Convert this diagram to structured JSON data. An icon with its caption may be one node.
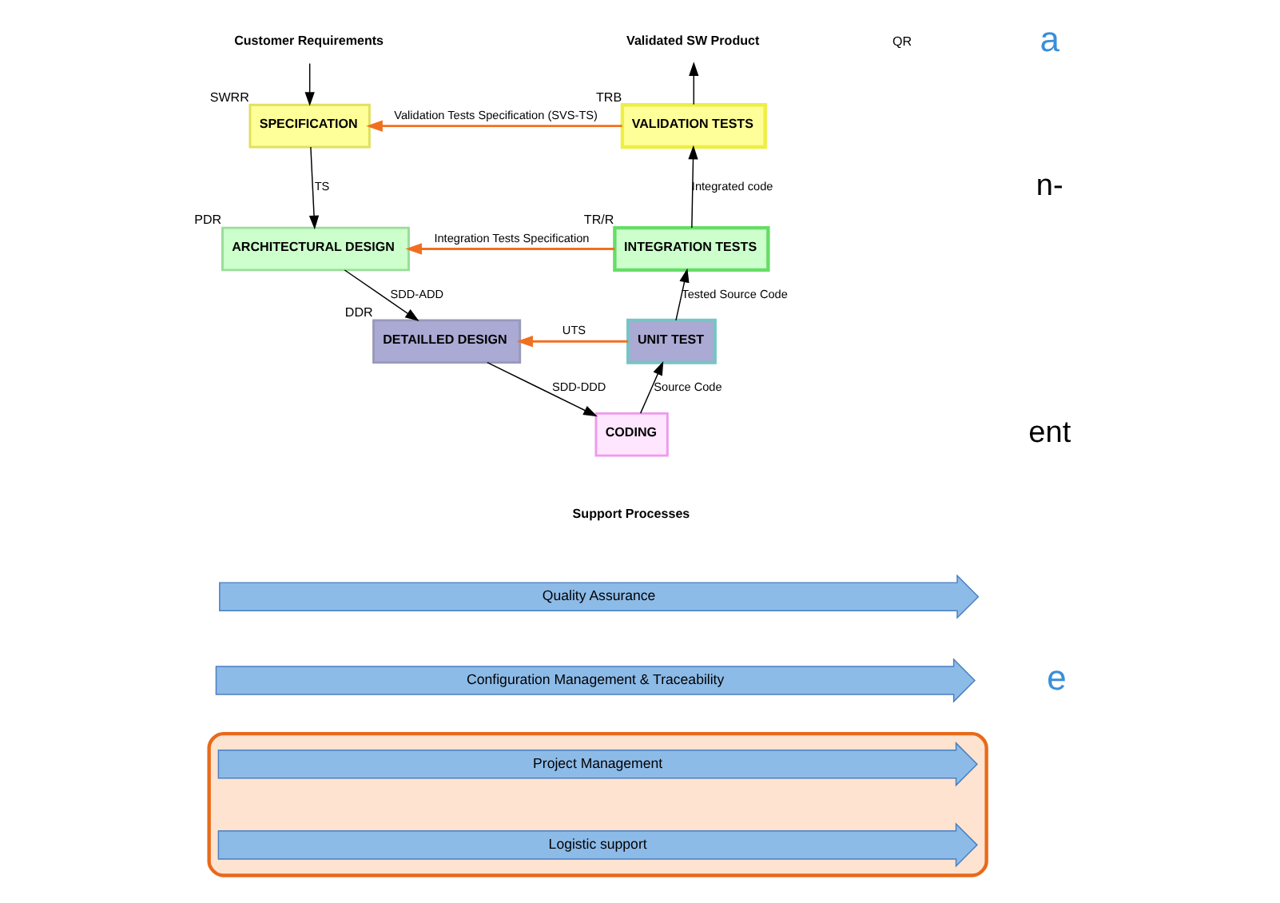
{
  "diagram": {
    "nodes": [
      {
        "text": [
          "Customer Requirements"
        ]
      },
      {
        "text": [
          "SPECIFICATION"
        ],
        "beside": [
          "SWRR"
        ]
      },
      {
        "text": [
          "ARCHITECTURAL DESIGN"
        ],
        "beside": [
          "PDR"
        ]
      },
      {
        "text": [
          "DETAILLED DESIGN"
        ],
        "beside": [
          "DDR"
        ]
      },
      {
        "text": [
          "CODING"
        ]
      },
      {
        "text": [
          "UNIT TEST"
        ]
      },
      {
        "text": [
          "INTEGRATION TESTS"
        ],
        "beside": [
          "TR/R"
        ]
      },
      {
        "text": [
          "VALIDATION TESTS"
        ],
        "beside": [
          "TRB"
        ]
      },
      {
        "text": [
          "Validated SW Product"
        ]
      },
      {
        "text": [
          "Quality Assurance"
        ]
      },
      {
        "text": [
          "Configuration Management & Traceability"
        ]
      },
      {
        "text": [],
        "shape": "box"
      },
      {
        "text": [
          "Project Management"
        ],
        "in": 11
      },
      {
        "text": [
          "Logistic support"
        ],
        "in": 11
      }
    ],
    "edges": [
      {
        "from": 0,
        "to": 1,
        "arrow": "to"
      },
      {
        "from": 1,
        "to": 2,
        "arrow": "to",
        "label": "TS"
      },
      {
        "from": 2,
        "to": 3,
        "arrow": "to",
        "label": "SDD-ADD"
      },
      {
        "from": 3,
        "to": 4,
        "arrow": "to",
        "label": "SDD-DDD"
      },
      {
        "from": 4,
        "to": 5,
        "arrow": "to",
        "label": "Source Code"
      },
      {
        "from": 5,
        "to": 6,
        "arrow": "to",
        "label": "Tested Source Code"
      },
      {
        "from": 6,
        "to": 7,
        "arrow": "to",
        "label": "Integrated code"
      },
      {
        "from": 7,
        "to": 8,
        "arrow": "to"
      },
      {
        "from": 7,
        "to": 1,
        "arrow": "to",
        "label": "Validation Tests Specification (SVS-TS)",
        "color": "#f07020"
      },
      {
        "from": 6,
        "to": 2,
        "arrow": "to",
        "label": "Integration Tests Specification",
        "color": "#f07020"
      },
      {
        "from": 5,
        "to": 3,
        "arrow": "to",
        "label": "UTS",
        "color": "#f07020"
      }
    ],
    "labels": [
      "a",
      "QR",
      "n-",
      "ent",
      "Support Processes",
      "e"
    ]
  }
}
